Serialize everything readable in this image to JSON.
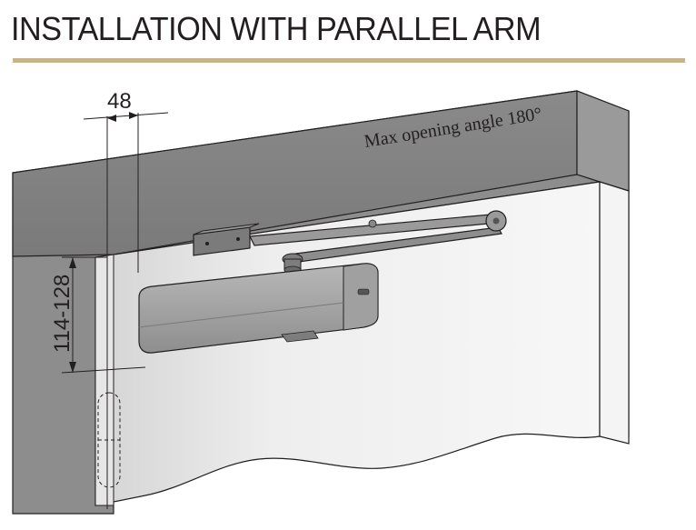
{
  "title": "INSTALLATION WITH PARALLEL ARM",
  "colors": {
    "title_rule": "#c8b48a",
    "wall": "#8d8d8d",
    "frame_top": "#858585",
    "frame_front": "#a2a2a2",
    "door": "#f2f2f2",
    "closer_body": "#a8a8a8",
    "line": "#231f20"
  },
  "dimensions": {
    "horizontal": "48",
    "vertical": "114-128"
  },
  "annotation": {
    "max_angle": "Max opening angle 180°"
  }
}
